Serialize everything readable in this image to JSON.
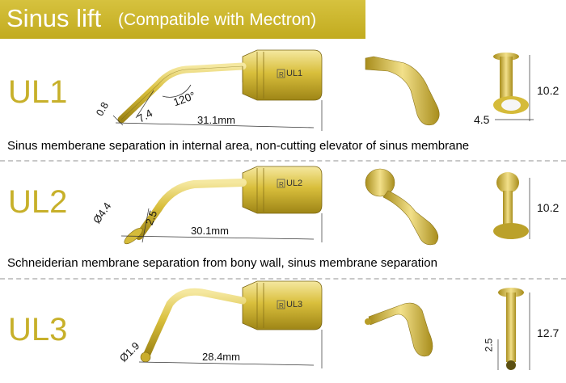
{
  "header": {
    "title": "Sinus lift",
    "subtitle": "(Compatible with Mectron)"
  },
  "colors": {
    "gold": "#c7b02a",
    "header_bg": "#cbb42b",
    "dash": "#c8c8c8"
  },
  "tips": [
    {
      "code": "UL1",
      "label": "UL1",
      "description": "Sinus memberane separation in internal area, non-cutting elevator of sinus membrane",
      "dims": {
        "tip": "0.8",
        "short": "7.4",
        "angle": "120°",
        "length": "31.1mm",
        "height": "10.2",
        "width": "4.5"
      }
    },
    {
      "code": "UL2",
      "label": "UL2",
      "description": "Schneiderian membrane separation from bony wall, sinus membrane separation",
      "dims": {
        "tip": "Ø4.4",
        "short": "2.5",
        "length": "30.1mm",
        "height": "10.2"
      }
    },
    {
      "code": "UL3",
      "label": "UL3",
      "dims": {
        "tip": "Ø1.9",
        "length": "28.4mm",
        "height": "12.7",
        "short": "2.5"
      }
    }
  ]
}
